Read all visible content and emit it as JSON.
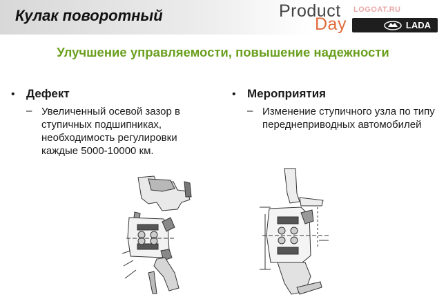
{
  "header": {
    "title": "Кулак поворотный",
    "brand": {
      "product": "Product",
      "day": "Day",
      "watermark": "LOGOAT.RU",
      "logo_text": "LADA"
    }
  },
  "subtitle": "Улучшение управляемости, повышение надежности",
  "left": {
    "bullet": "•",
    "heading": "Дефект",
    "dash": "–",
    "text": "Увеличенный осевой зазор в ступичных подшипниках, необходимость регулировки каждые 5000-10000 км."
  },
  "right": {
    "bullet": "•",
    "heading": "Мероприятия",
    "dash": "–",
    "text": "Изменение ступичного узла по типу переднеприводных автомобилей"
  },
  "colors": {
    "accent_green": "#6a9f1e",
    "day_orange": "#e06a3a",
    "badge_dark": "#1e1e1e"
  },
  "icons": [
    "lada-boat-logo-icon"
  ]
}
